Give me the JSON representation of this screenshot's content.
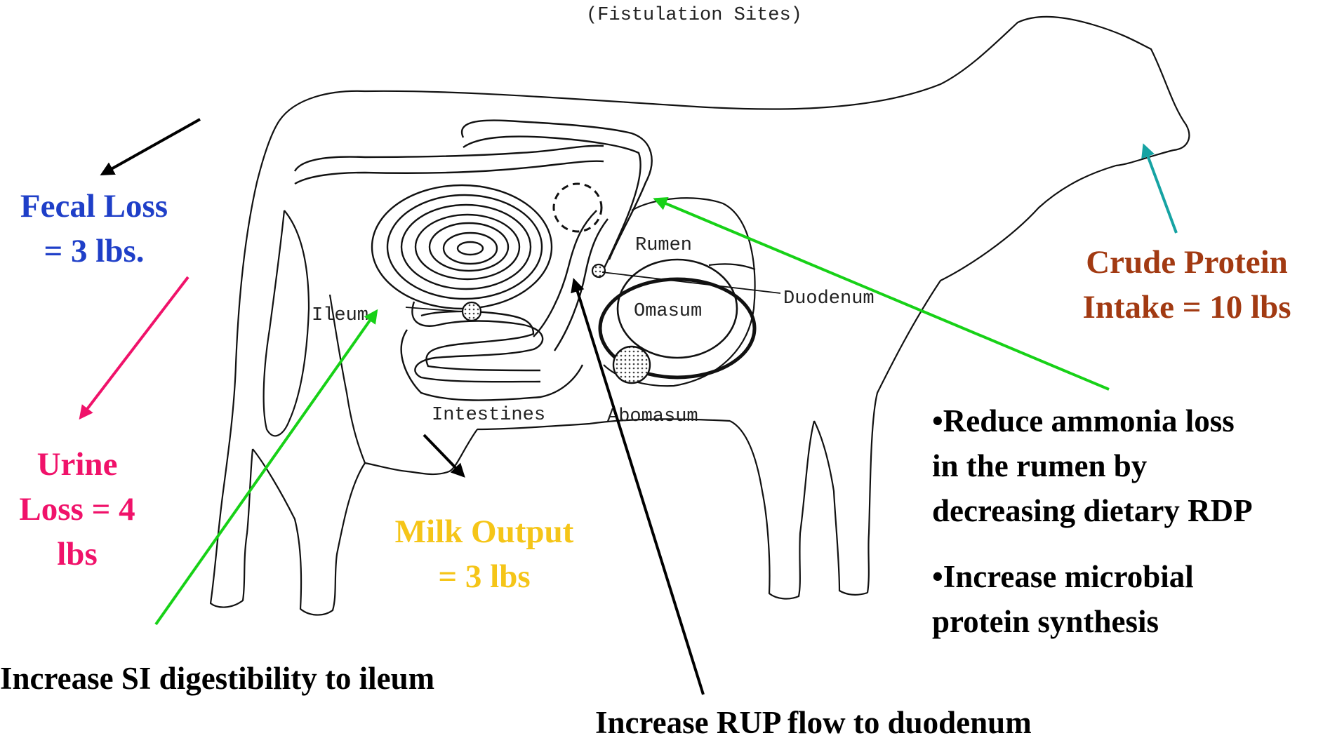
{
  "diagram": {
    "caption": "(Fistulation Sites)",
    "organ_labels": {
      "rumen": "Rumen",
      "omasum": "Omasum",
      "duodenum": "Duodenum",
      "ileum": "Ileum",
      "intestines": "Intestines",
      "abomasum": "Abomasum"
    }
  },
  "labels": {
    "fecal_loss": {
      "line1": "Fecal Loss",
      "line2": "= 3 lbs.",
      "color": "#1f3fc8"
    },
    "urine_loss": {
      "line1": "Urine",
      "line2": "Loss = 4",
      "line3": "lbs",
      "color": "#f0126a"
    },
    "milk_output": {
      "line1": "Milk Output",
      "line2": "= 3 lbs",
      "color": "#f5c518"
    },
    "crude_protein": {
      "line1": "Crude Protein",
      "line2": "Intake = 10 lbs",
      "color": "#a23a12"
    },
    "bullets": [
      {
        "line1": "•Reduce ammonia loss",
        "line2": "in the rumen by",
        "line3": "decreasing dietary RDP"
      },
      {
        "line1": "•Increase microbial",
        "line2": "protein synthesis"
      }
    ],
    "si_digestibility": "Increase SI digestibility to ileum",
    "rup_flow": "Increase RUP flow to duodenum"
  },
  "arrow_colors": {
    "black": "#000000",
    "pink": "#f0126a",
    "green": "#17d117",
    "teal": "#16a3a3"
  }
}
